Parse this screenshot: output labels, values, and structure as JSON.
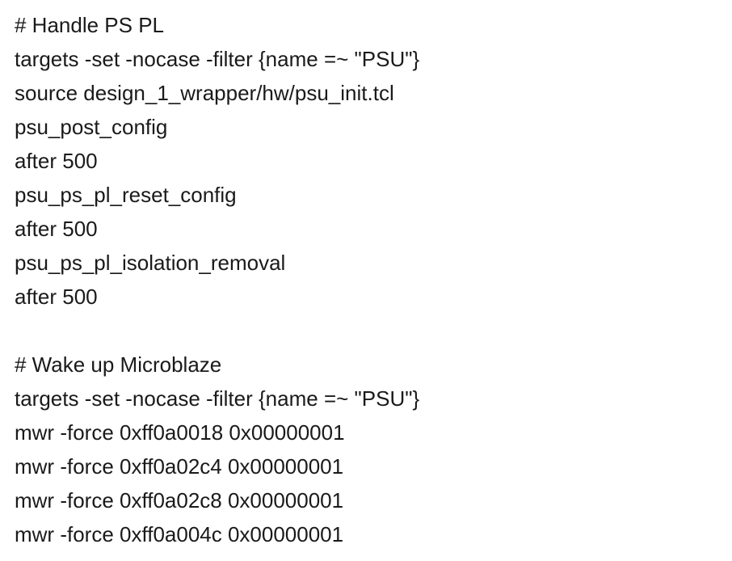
{
  "lines": [
    "# Handle PS PL",
    "targets -set -nocase -filter {name =~ \"PSU\"}",
    "source design_1_wrapper/hw/psu_init.tcl",
    "psu_post_config",
    "after 500",
    "psu_ps_pl_reset_config",
    "after 500",
    "psu_ps_pl_isolation_removal",
    "after 500",
    "",
    "# Wake up Microblaze",
    "targets -set -nocase -filter {name =~ \"PSU\"}",
    "mwr -force 0xff0a0018 0x00000001",
    "mwr -force 0xff0a02c4 0x00000001",
    "mwr -force 0xff0a02c8 0x00000001",
    "mwr -force 0xff0a004c 0x00000001"
  ]
}
